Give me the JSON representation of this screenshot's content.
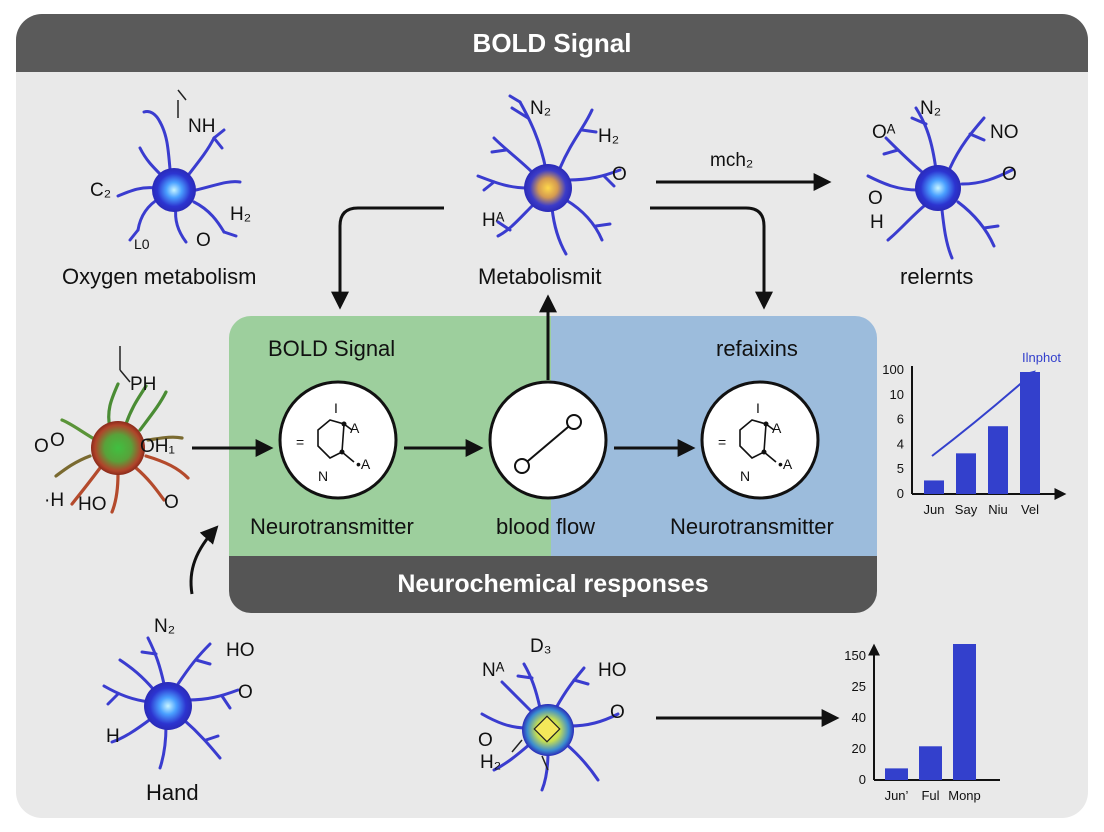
{
  "title": "BOLD Signal",
  "neurons": {
    "top_left": {
      "caption": "Oxygen metabolism",
      "labels": [
        "NH",
        "C₂",
        "H₂",
        "L0",
        "O"
      ]
    },
    "top_center": {
      "caption": "Metabolismit",
      "labels": [
        "N₂",
        "H₂",
        "O",
        "Hᴬ"
      ]
    },
    "top_right": {
      "caption": "relernts",
      "labels": [
        "N₂",
        "Oᴬ",
        "NO",
        "O",
        "O",
        "H"
      ]
    },
    "mid_left": {
      "labels": [
        "PH",
        "OH₁",
        "O",
        "O",
        "·H",
        "HO",
        "O"
      ]
    },
    "bottom_left": {
      "caption": "Hand",
      "labels": [
        "N₂",
        "HO",
        "O",
        "H"
      ]
    },
    "bottom_center": {
      "labels": [
        "D₃",
        "Nᴬ",
        "HO",
        "O",
        "O",
        "H₂"
      ]
    }
  },
  "arrow_label_top": "mch₂",
  "panel": {
    "green_title": "BOLD Signal",
    "blue_title": "refaixins",
    "circles": [
      {
        "label": "Neurotransmitter",
        "symbols": [
          "I",
          "A",
          "=",
          "N",
          "•A"
        ]
      },
      {
        "label": "blood flow"
      },
      {
        "label": "Neurotransmitter",
        "symbols": [
          "I",
          "A",
          "=",
          "N",
          "•A"
        ]
      }
    ],
    "footer": "Neurochemical responses"
  },
  "colors": {
    "title_bar": "#5a5a5a",
    "background": "#e9e9e9",
    "panel_green": "#9dcf9d",
    "panel_blue": "#9cbcdc",
    "panel_dark": "#555555",
    "bar": "#3340cc",
    "neuron": "#3a3ccf"
  },
  "chart_data": [
    {
      "type": "bar",
      "categories": [
        "Jun",
        "Say",
        "Niu",
        "Vel"
      ],
      "values": [
        1,
        3,
        5,
        9
      ],
      "ytick_labels": [
        "0",
        "5",
        "4",
        "6",
        "10",
        "100"
      ],
      "annotation": "Ilnphot",
      "trend_arrow": true
    },
    {
      "type": "bar",
      "categories": [
        "Jun’",
        "Ful",
        "Monp"
      ],
      "values": [
        10,
        29,
        117
      ],
      "ytick_labels": [
        "0",
        "20",
        "40",
        "25",
        "150"
      ]
    }
  ]
}
